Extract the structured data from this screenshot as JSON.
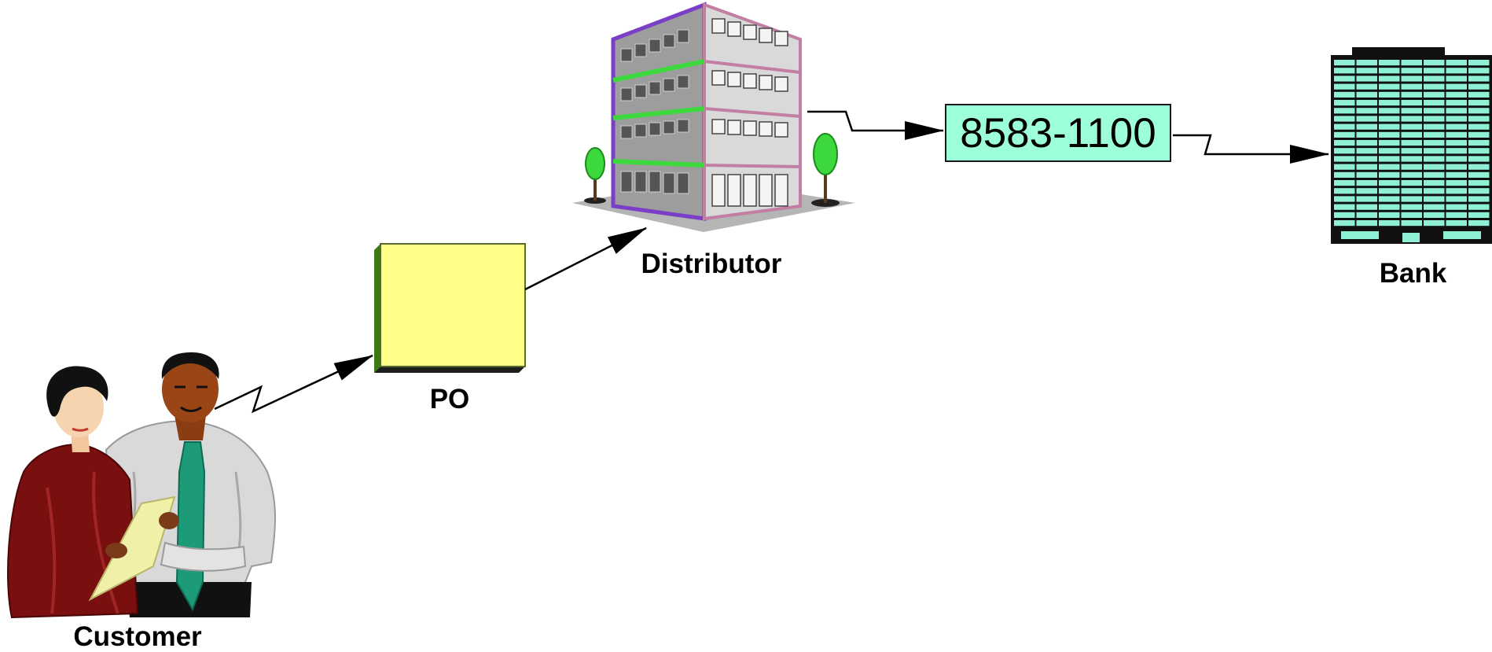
{
  "diagram": {
    "nodes": {
      "customer": {
        "label": "Customer",
        "icon": "business-people-icon"
      },
      "po": {
        "label": "PO",
        "icon": "document-box-icon",
        "color": "#ffff88"
      },
      "distributor": {
        "label": "Distributor",
        "icon": "office-building-icon"
      },
      "account": {
        "value": "8583-1100",
        "color": "#9cffd9"
      },
      "bank": {
        "label": "Bank",
        "icon": "bank-tower-icon",
        "color": "#8ff0d6"
      }
    },
    "edges": [
      {
        "from": "customer",
        "to": "po",
        "style": "lightning-arrow"
      },
      {
        "from": "po",
        "to": "distributor",
        "style": "arrow"
      },
      {
        "from": "distributor",
        "to": "account",
        "style": "lightning-arrow"
      },
      {
        "from": "account",
        "to": "bank",
        "style": "lightning-arrow"
      }
    ]
  }
}
